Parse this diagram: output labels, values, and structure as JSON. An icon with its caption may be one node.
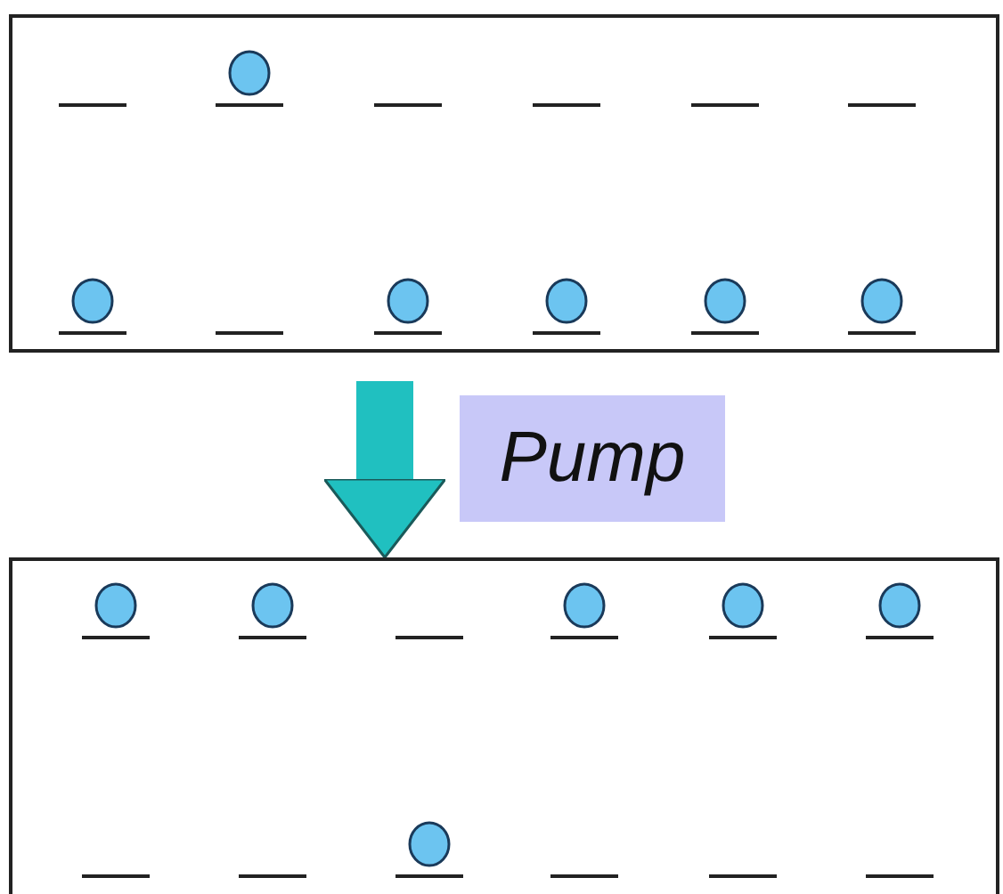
{
  "diagram": {
    "nodes": [
      {
        "text": [],
        "shape": "box"
      },
      {
        "text": [],
        "shape": "box"
      }
    ],
    "edges": [
      {
        "from": 0,
        "to": 1,
        "arrow": "to",
        "label": "Pump"
      }
    ]
  }
}
